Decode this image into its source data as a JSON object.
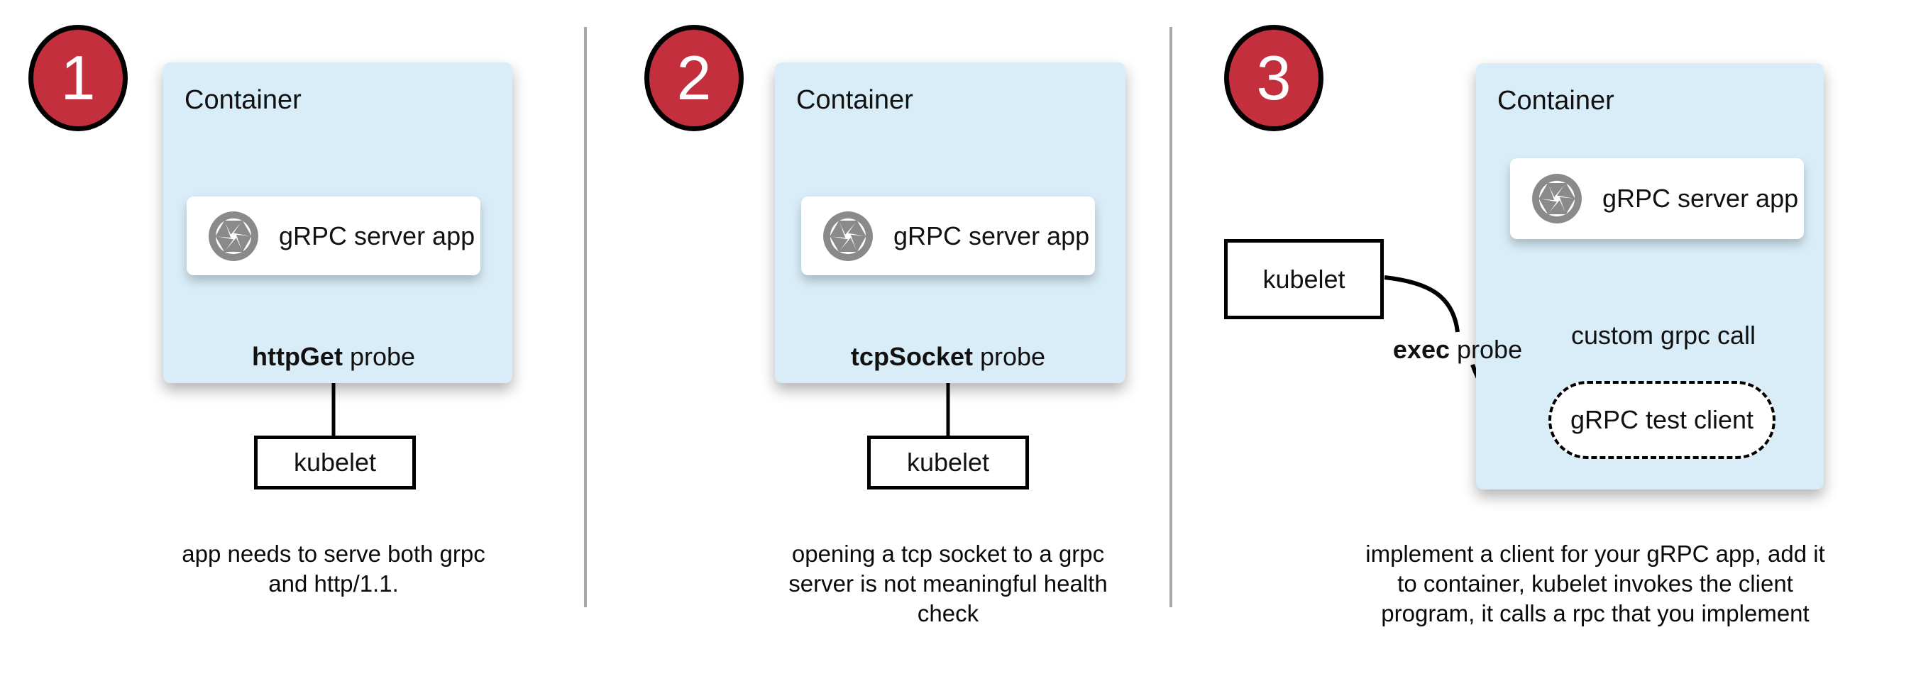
{
  "colors": {
    "container_fill": "#d9edf8",
    "badge_fill": "#c42f3e",
    "badge_border": "#000000",
    "icon_grey": "#8a8a8a",
    "divider_grey": "#a8a8a8",
    "line_black": "#000000"
  },
  "icons": {
    "app_icon": "camera-aperture-shutter"
  },
  "panels": [
    {
      "number": "1",
      "container_label": "Container",
      "app_label": "gRPC server app",
      "probe_bold": "httpGet",
      "probe_rest": " probe",
      "kubelet_label": "kubelet",
      "caption_lines": [
        "app needs to serve both grpc",
        "and http/1.1."
      ]
    },
    {
      "number": "2",
      "container_label": "Container",
      "app_label": "gRPC server app",
      "probe_bold": "tcpSocket",
      "probe_rest": " probe",
      "kubelet_label": "kubelet",
      "caption_lines": [
        "opening a tcp socket to a grpc",
        "server is not meaningful health",
        "check"
      ]
    },
    {
      "number": "3",
      "container_label": "Container",
      "app_label": "gRPC server app",
      "probe_bold": "exec",
      "probe_rest": " probe",
      "kubelet_label": "kubelet",
      "custom_call_label": "custom grpc call",
      "test_client_label": "gRPC test client",
      "caption_lines": [
        "implement a client for your gRPC app, add it",
        "to container, kubelet invokes the client",
        "program, it calls a rpc that you implement"
      ]
    }
  ]
}
